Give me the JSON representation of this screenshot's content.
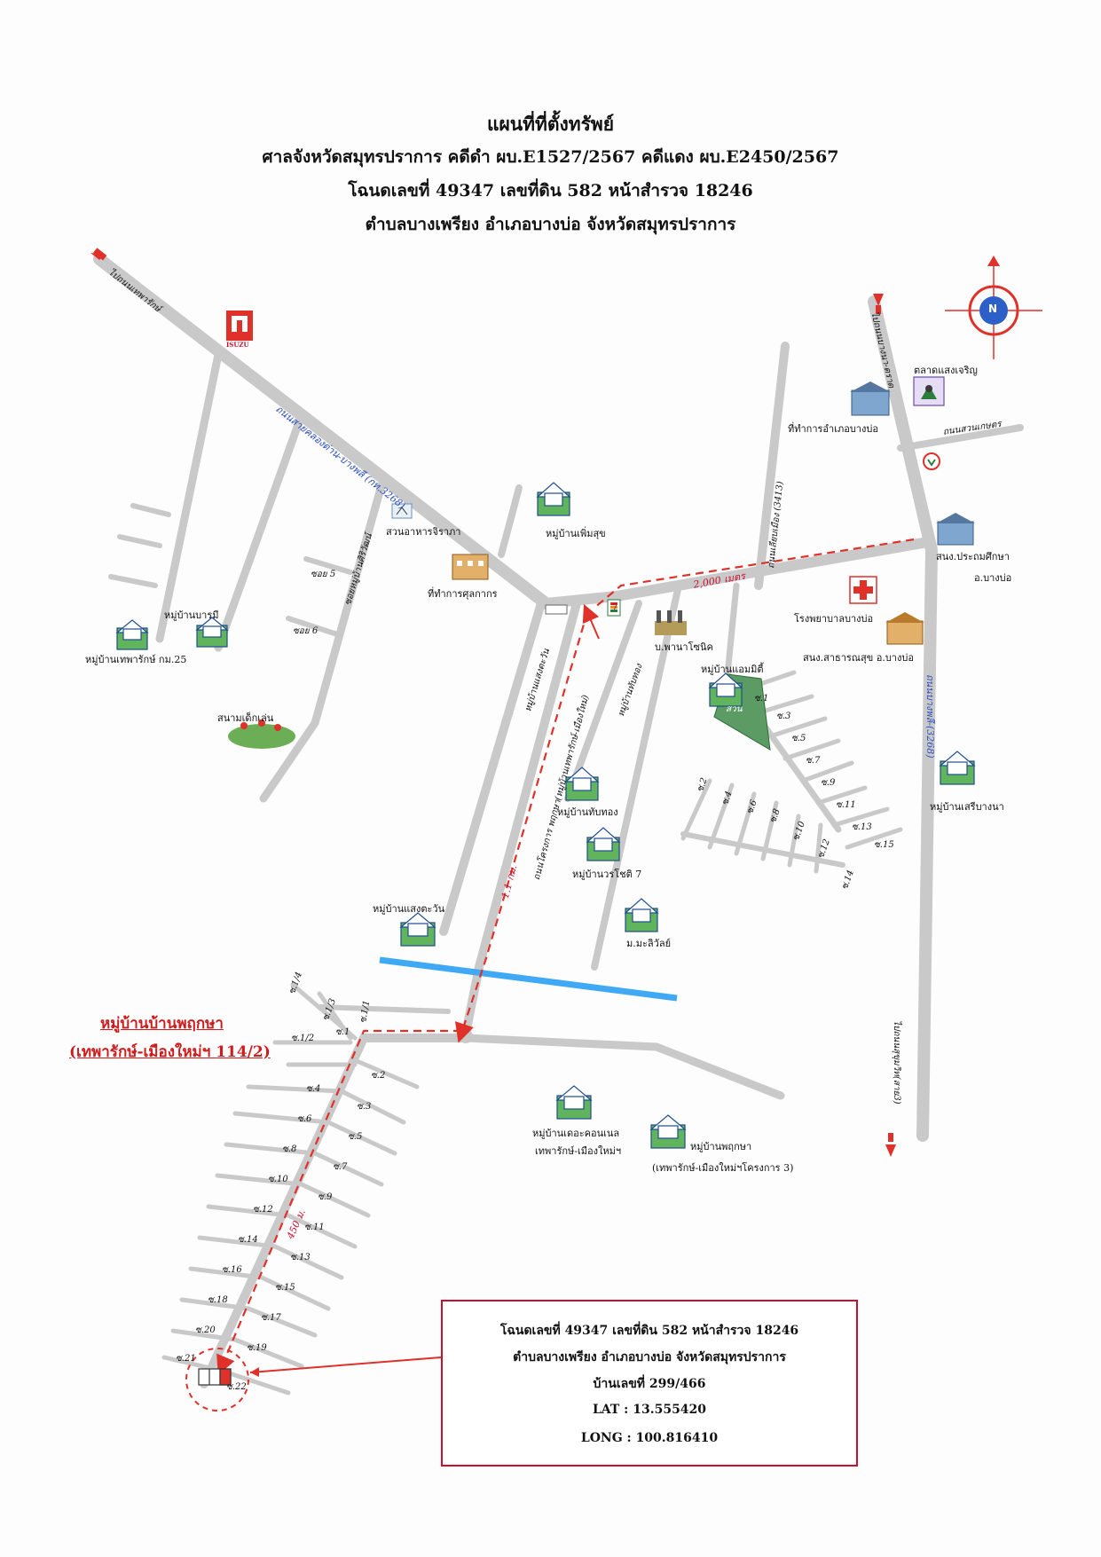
{
  "title": {
    "line1": "แผนที่ที่ตั้งทรัพย์",
    "line2": "ศาลจังหวัดสมุทรปราการ คดีดำ ผบ.E1527/2567 คดีแดง ผบ.E2450/2567",
    "line3": "โฉนดเลขที่ 49347 เลขที่ดิน 582 หน้าสำรวจ 18246",
    "line4": "ตำบลบางเพรียง อำเภอบางบ่อ จังหวัดสมุทรปราการ"
  },
  "compass": {
    "letter": "N"
  },
  "roads": {
    "thepharak": "ไปถนนเทพารักษ์",
    "khlong_dan": "ถนนสายคลองด่าน-บางพลี (กท.3268)",
    "soi_ban_siriwat": "ซอยหมู่บ้านศิริวัฒน์",
    "soi5": "ซอย 5",
    "soi6": "ซอย 6",
    "khlong_luang": "ถนนเลียบเมือง (3413)",
    "sukhumvit_top": "ไปถนนบางนา-ตราด",
    "suankaset": "ถนนสวนเกษตร",
    "sukhumvit_bottom": "ไปถนนสุขุมวิท(สาย3)",
    "ring": "ถนนบางพลี-(3268)",
    "main_road": "ถนนโครงการ พฤกษา(หมู่บ้านเทพารักษ์-เมืองใหม่)",
    "ban_sang_tawan_road": "หมู่บ้านแสงตะวัน",
    "ban_thap_thong_road": "หมู่บ้านทับทอง",
    "distance_2000": "2,000 เมตร",
    "distance_1_1": "1.1 กม.",
    "distance_450": "450 ม."
  },
  "places": {
    "isuzu": "ISUZU",
    "market": "ตลาดแสงเจริญ",
    "district_office": "ที่ทำการอำเภอบางบ่อ",
    "school": "สนง.ประถมศึกษา",
    "school2": "อ.บางบ่อ",
    "hospital": "โรงพยาบาลบางบ่อ",
    "health_office": "สนง.สาธารณสุข อ.บางบ่อ",
    "customs": "ที่ทำการศุลกากร",
    "restaurant": "สวนอาหารจิราภา",
    "ban_phoemsuk": "หมู่บ้านเพิ่มสุข",
    "ban_baramee": "หมู่บ้านบารมี",
    "ban_thepharak": "หมู่บ้านเทพารักษ์ กม.25",
    "playground": "สนามเด็กเล่น",
    "panasonic": "บ.พานาโซนิค",
    "ban_amity": "หมู่บ้านแอมมิตี้",
    "park": "สวน",
    "ban_thapthong": "หมู่บ้านทับทอง",
    "ban_worachai": "หมู่บ้านวรโชติ 7",
    "ban_malin": "ม.มะลิวัลย์",
    "ban_saengtawan": "หมู่บ้านแสงตะวัน",
    "ban_seri": "หมู่บ้านเสรีบางนา",
    "ban_connel1": "หมู่บ้านเดอะคอนเนล",
    "ban_connel2": "เทพารักษ์-เมืองใหม่ฯ",
    "ban_pruksa": "หมู่บ้านพฤกษา",
    "ban_pruksa2": "(เทพารักษ์-เมืองใหม่ฯโครงการ 3)",
    "seven": "7"
  },
  "village_target": {
    "name": "หมู่บ้านบ้านพฤกษา",
    "sub": "(เทพารักษ์-เมืองใหม่ฯ 114/2)"
  },
  "sois_left": [
    "ซ.1/4",
    "ซ.1/3",
    "ซ.1/1",
    "ซ.1",
    "ซ.1/2",
    "ซ.4",
    "ซ.6",
    "ซ.8",
    "ซ.10",
    "ซ.12",
    "ซ.14",
    "ซ.16",
    "ซ.18",
    "ซ.20",
    "ซ.21"
  ],
  "sois_right": [
    "ซ.2",
    "ซ.3",
    "ซ.5",
    "ซ.7",
    "ซ.9",
    "ซ.11",
    "ซ.13",
    "ซ.15",
    "ซ.17",
    "ซ.19",
    "ซ.22"
  ],
  "amity_sois": [
    "ซ.1",
    "ซ.3",
    "ซ.5",
    "ซ.7",
    "ซ.9",
    "ซ.11",
    "ซ.13",
    "ซ.15",
    "ซ.2",
    "ซ.4",
    "ซ.6",
    "ซ.8",
    "ซ.10",
    "ซ.12",
    "ซ.14"
  ],
  "info": {
    "deed": "โฉนดเลขที่ 49347 เลขที่ดิน 582 หน้าสำรวจ 18246",
    "location": "ตำบลบางเพรียง อำเภอบางบ่อ จังหวัดสมุทรปราการ",
    "house_no": "บ้านเลขที่ 299/466",
    "lat": "LAT : 13.555420",
    "long": "LONG : 100.816410"
  },
  "colors": {
    "road": "#cfcfcf",
    "road_edge": "#a8a8a8",
    "route": "#e0302a",
    "canal": "#3fa9f5",
    "title": "#111111"
  }
}
